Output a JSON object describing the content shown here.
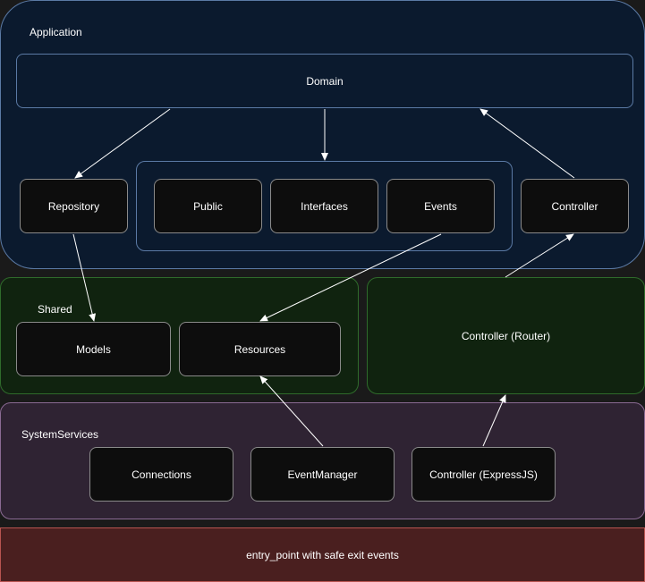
{
  "regions": {
    "application": "Application",
    "shared": "Shared",
    "system_services": "SystemServices",
    "controller_router": "Controller (Router)",
    "entry_point": "entry_point with safe exit events"
  },
  "nodes": {
    "domain": "Domain",
    "repository": "Repository",
    "public": "Public",
    "interfaces": "Interfaces",
    "events": "Events",
    "controller": "Controller",
    "models": "Models",
    "resources": "Resources",
    "connections": "Connections",
    "event_manager": "EventManager",
    "controller_expressjs": "Controller (ExpressJS)"
  },
  "colors": {
    "application_fill": "#0b1a2e",
    "shared_fill": "#10230f",
    "system_services_fill": "#2f2333",
    "entry_point_fill": "#4a1f1f",
    "node_fill": "#0d0d0d",
    "arrow": "#ffffff"
  }
}
